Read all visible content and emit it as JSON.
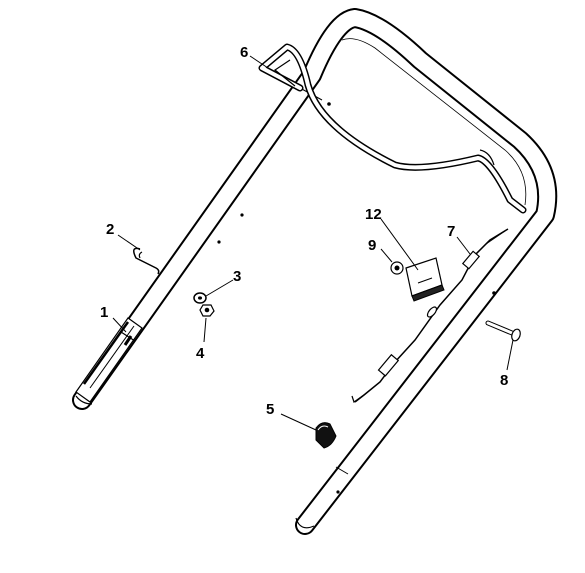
{
  "callouts": [
    {
      "key": "c1",
      "number": "1",
      "part": "lower-handle-left"
    },
    {
      "key": "c2",
      "number": "2",
      "part": "cable-clip-hook"
    },
    {
      "key": "c3",
      "number": "3",
      "part": "washer"
    },
    {
      "key": "c4",
      "number": "4",
      "part": "nut"
    },
    {
      "key": "c5",
      "number": "5",
      "part": "cable-clamp"
    },
    {
      "key": "c6",
      "number": "6",
      "part": "control-bail"
    },
    {
      "key": "c7",
      "number": "7",
      "part": "control-cable"
    },
    {
      "key": "c8",
      "number": "8",
      "part": "bolt"
    },
    {
      "key": "c9",
      "number": "9",
      "part": "small-nut"
    },
    {
      "key": "c12",
      "number": "12",
      "part": "cable-bracket"
    }
  ],
  "colors": {
    "line": "#000000",
    "background": "#ffffff",
    "fill_dark": "#111111"
  }
}
